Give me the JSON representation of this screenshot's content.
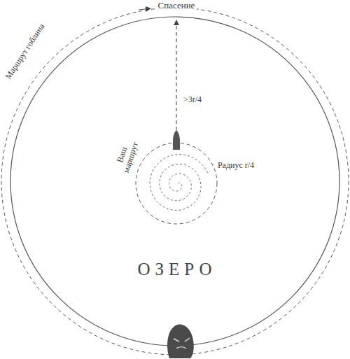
{
  "diagram": {
    "nodes": [
      {
        "text": [
          "ОЗЕРО"
        ]
      }
    ],
    "labels": [
      "Спасение",
      "Маршрут гоблина",
      ">3r/4",
      "Радиус r/4",
      "Ваш маршрут"
    ]
  }
}
